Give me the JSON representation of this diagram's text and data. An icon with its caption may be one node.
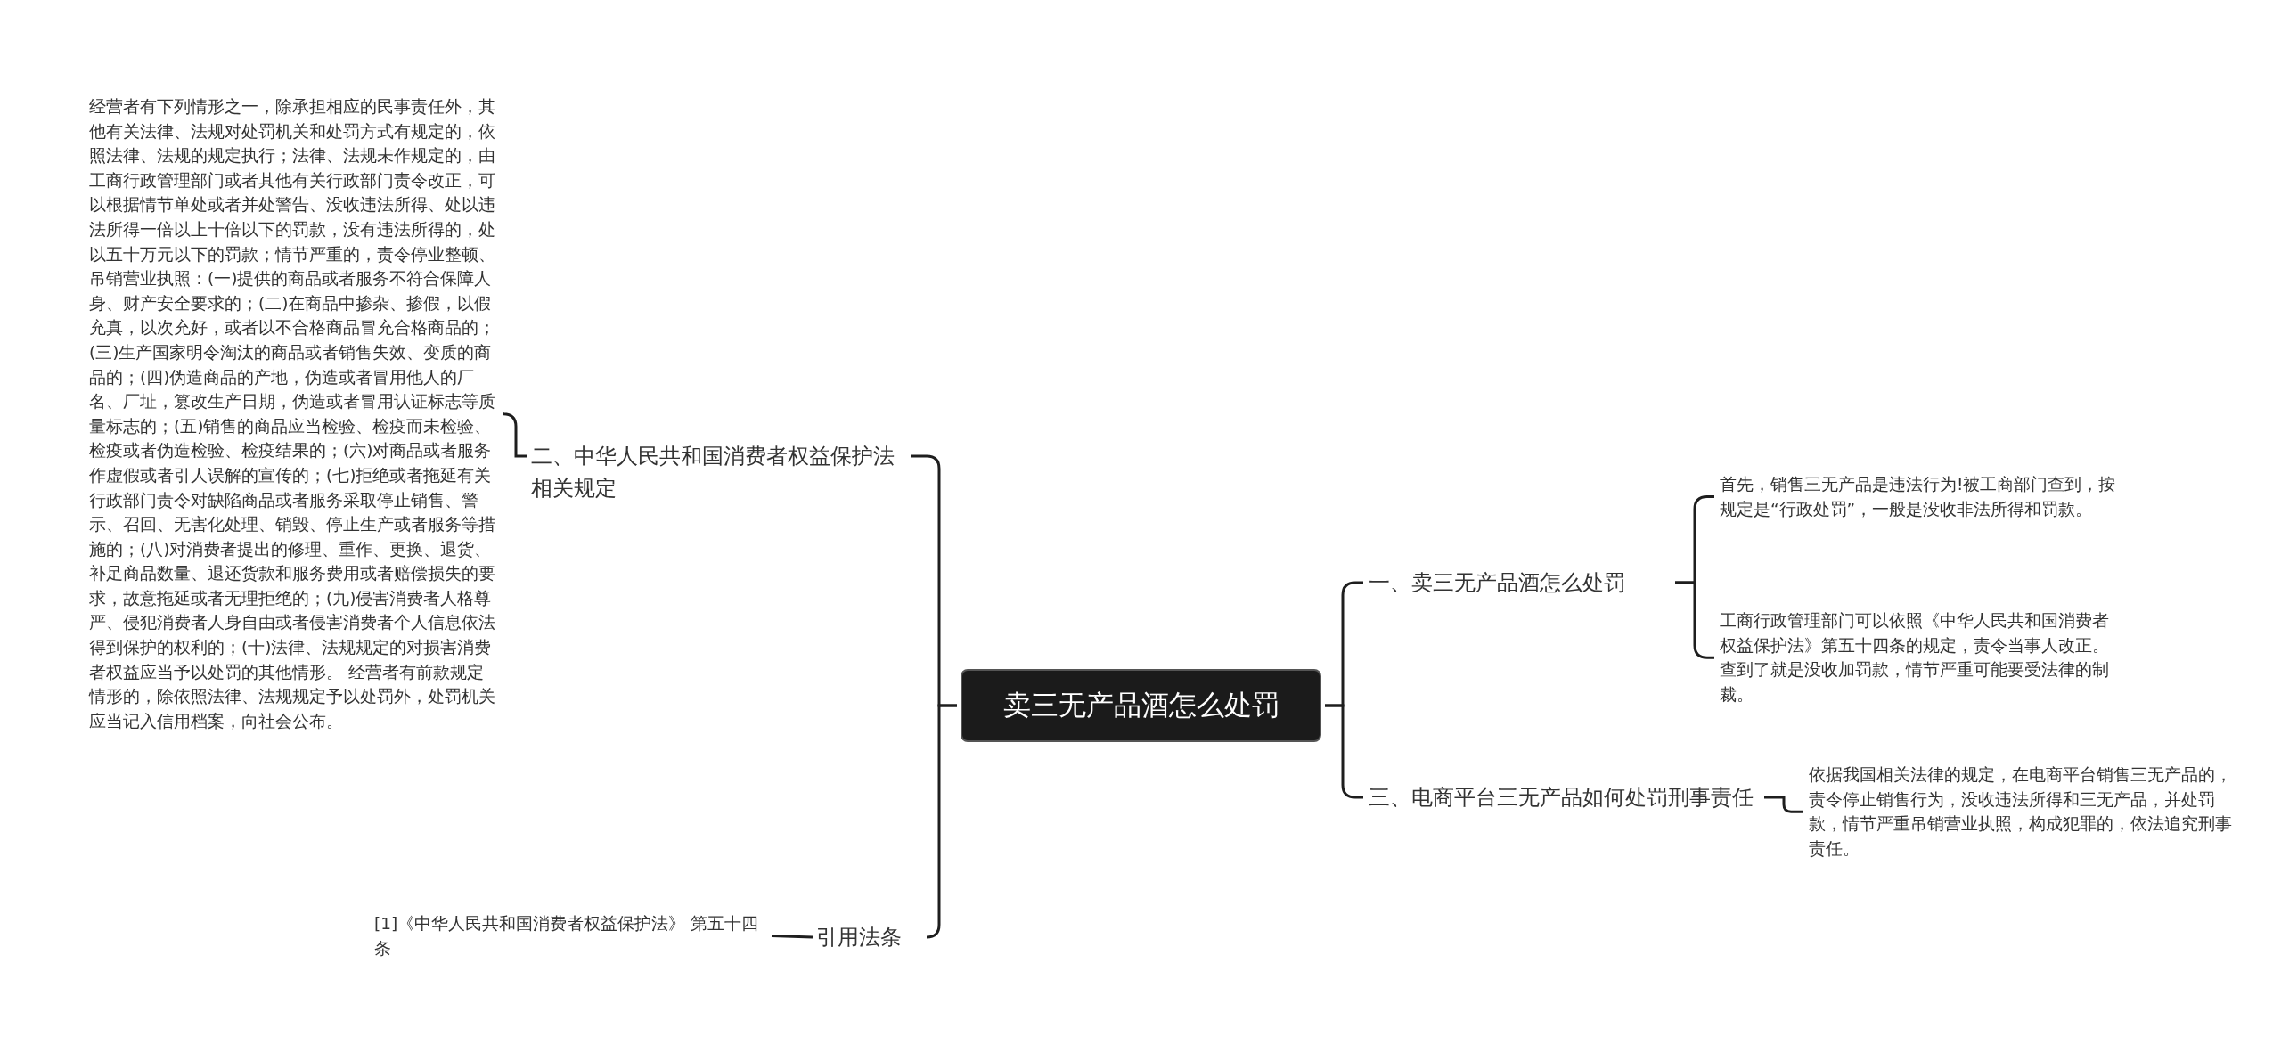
{
  "diagram": {
    "nodes": [
      {
        "text": [
          "卖三无产品酒怎么处罚"
        ]
      },
      {
        "text": [
          "一、卖三无产品酒怎么处罚"
        ]
      },
      {
        "text": [
          "首先，销售三无产品是违法行为!被工商部门查到，按规定是“行政处罚”，一般是没收非法所得和罚款。"
        ]
      },
      {
        "text": [
          "工商行政管理部门可以依照《中华人民共和国消费者权益保护法》第五十四条的规定，责令当事人改正。查到了就是没收加罚款，情节严重可能要受法律的制裁。"
        ]
      },
      {
        "text": [
          "三、电商平台三无产品如何处罚刑事责任"
        ]
      },
      {
        "text": [
          "依据我国相关法律的规定，在电商平台销售三无产品的，责令停止销售行为，没收违法所得和三无产品，并处罚款，情节严重吊销营业执照，构成犯罪的，依法追究刑事责任。"
        ]
      },
      {
        "text": [
          "二、中华人民共和国消费者权益保护法相关规定"
        ]
      },
      {
        "text": [
          "经营者有下列情形之一，除承担相应的民事责任外，其他有关法律、法规对处罚机关和处罚方式有规定的，依照法律、法规的规定执行；法律、法规未作规定的，由工商行政管理部门或者其他有关行政部门责令改正，可以根据情节单处或者并处警告、没收违法所得、处以违法所得一倍以上十倍以下的罚款，没有违法所得的，处以五十万元以下的罚款；情节严重的，责令停业整顿、吊销营业执照：(一)提供的商品或者服务不符合保障人身、财产安全要求的；(二)在商品中掺杂、掺假，以假充真，以次充好，或者以不合格商品冒充合格商品的；(三)生产国家明令淘汰的商品或者销售失效、变质的商品的；(四)伪造商品的产地，伪造或者冒用他人的厂名、厂址，篡改生产日期，伪造或者冒用认证标志等质量标志的；(五)销售的商品应当检验、检疫而未检验、检疫或者伪造检验、检疫结果的；(六)对商品或者服务作虚假或者引人误解的宣传的；(七)拒绝或者拖延有关行政部门责令对缺陷商品或者服务采取停止销售、警示、召回、无害化处理、销毁、停止生产或者服务等措施的；(八)对消费者提出的修理、重作、更换、退货、补足商品数量、退还货款和服务费用或者赔偿损失的要求，故意拖延或者无理拒绝的；(九)侵害消费者人格尊严、侵犯消费者人身自由或者侵害消费者个人信息依法得到保护的权利的；(十)法律、法规规定的对损害消费者权益应当予以处罚的其他情形。 经营者有前款规定情形的，除依照法律、法规规定予以处罚外，处罚机关应当记入信用档案，向社会公布。"
        ]
      },
      {
        "text": [
          "引用法条"
        ]
      },
      {
        "text": [
          "[1]《中华人民共和国消费者权益保护法》 第五十四条"
        ]
      }
    ],
    "edges": [
      {
        "from": 0,
        "to": 1,
        "arrow": "none"
      },
      {
        "from": 1,
        "to": 2,
        "arrow": "none"
      },
      {
        "from": 1,
        "to": 3,
        "arrow": "none"
      },
      {
        "from": 0,
        "to": 4,
        "arrow": "none"
      },
      {
        "from": 4,
        "to": 5,
        "arrow": "none"
      },
      {
        "from": 0,
        "to": 6,
        "arrow": "none"
      },
      {
        "from": 6,
        "to": 7,
        "arrow": "none"
      },
      {
        "from": 0,
        "to": 8,
        "arrow": "none"
      },
      {
        "from": 8,
        "to": 9,
        "arrow": "none"
      }
    ]
  }
}
